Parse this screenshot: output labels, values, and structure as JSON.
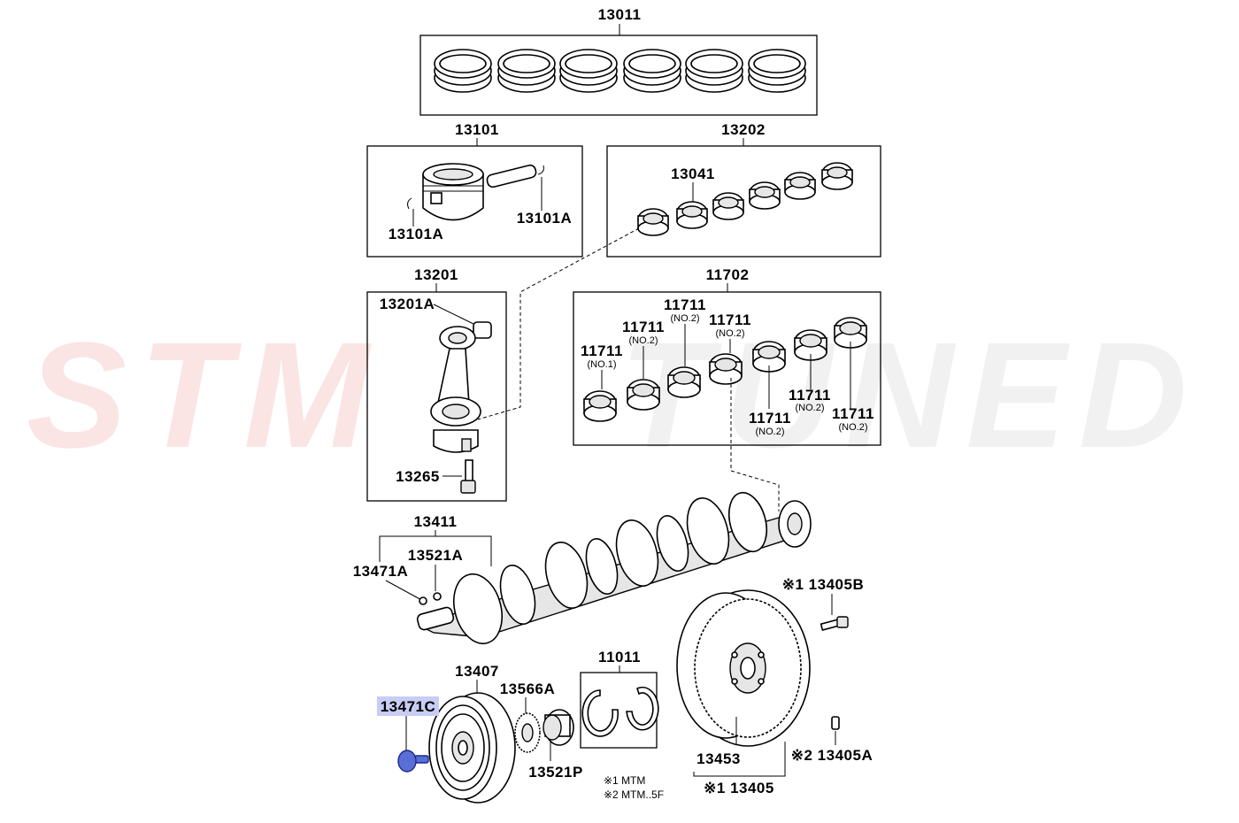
{
  "watermark": {
    "left": "STM",
    "right": "TUNED",
    "color_left": "#e23b3b",
    "color_right": "#9a9a9a"
  },
  "labels": {
    "p13011": "13011",
    "p13101": "13101",
    "p13101a_left": "13101A",
    "p13101a_right": "13101A",
    "p13202": "13202",
    "p13041": "13041",
    "p13201": "13201",
    "p13201a": "13201A",
    "p13265": "13265",
    "p11702": "11702",
    "p11711_a": "11711",
    "p11711_a_sub": "(NO.1)",
    "p11711_b": "11711",
    "p11711_b_sub": "(NO.2)",
    "p11711_c": "11711",
    "p11711_c_sub": "(NO.2)",
    "p11711_d": "11711",
    "p11711_d_sub": "(NO.2)",
    "p11711_e": "11711",
    "p11711_e_sub": "(NO.2)",
    "p11711_f": "11711",
    "p11711_f_sub": "(NO.2)",
    "p11711_g": "11711",
    "p11711_g_sub": "(NO.2)",
    "p13411": "13411",
    "p13471a": "13471A",
    "p13521a": "13521A",
    "p13405b": "※1 13405B",
    "p13407": "13407",
    "p13566a": "13566A",
    "p11011": "11011",
    "p13471c": "13471C",
    "p13521p": "13521P",
    "p13453": "13453",
    "p13405a": "※2 13405A",
    "p13405": "※1 13405"
  },
  "notes": {
    "n1": "※1 MTM",
    "n2": "※2 MTM..5F"
  },
  "highlight": {
    "color": "#c8cdf5",
    "target": "13471C"
  }
}
